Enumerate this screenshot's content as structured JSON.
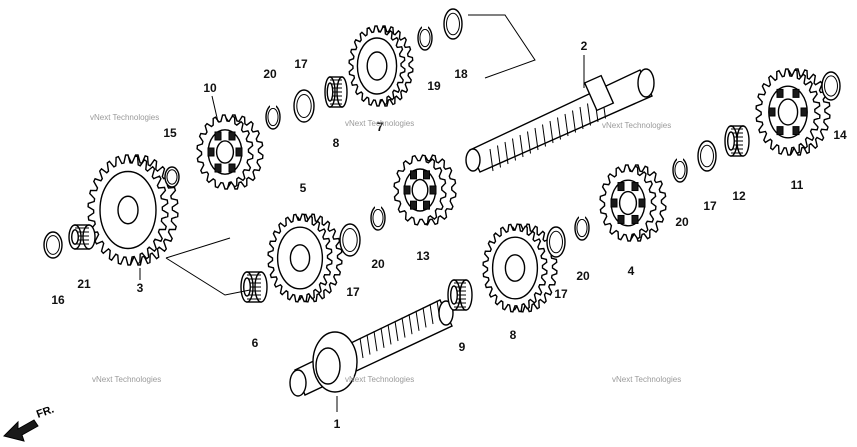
{
  "diagram": {
    "callouts": [
      "1",
      "2",
      "3",
      "4",
      "5",
      "6",
      "7",
      "8",
      "9",
      "10",
      "11",
      "12",
      "13",
      "14",
      "15",
      "16",
      "17",
      "17",
      "17",
      "17",
      "18",
      "19",
      "20",
      "20",
      "20",
      "20",
      "21"
    ],
    "watermark_text": "vNext Technologies",
    "direction_label": "FR."
  },
  "colors": {
    "ink": "#000000",
    "paper": "#ffffff",
    "watermark": "#9a9a9a"
  }
}
